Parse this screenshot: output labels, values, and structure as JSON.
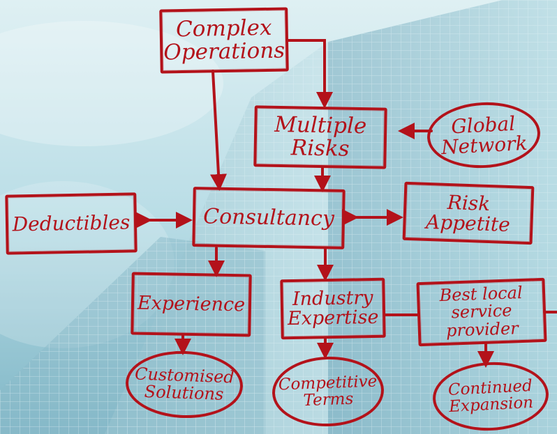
{
  "diagram": {
    "nodes": {
      "complex_operations": {
        "lines": [
          "Complex",
          "Operations"
        ]
      },
      "multiple_risks": {
        "lines": [
          "Multiple",
          "Risks"
        ]
      },
      "global_network": {
        "lines": [
          "Global",
          "Network"
        ]
      },
      "deductibles": {
        "lines": [
          "Deductibles"
        ]
      },
      "consultancy": {
        "lines": [
          "Consultancy"
        ]
      },
      "risk_appetite": {
        "lines": [
          "Risk",
          "Appetite"
        ]
      },
      "experience": {
        "lines": [
          "Experience"
        ]
      },
      "industry_expertise": {
        "lines": [
          "Industry",
          "Expertise"
        ]
      },
      "best_local_service_provider": {
        "lines": [
          "Best local",
          "service",
          "provider"
        ]
      },
      "customised_solutions": {
        "lines": [
          "Customised",
          "Solutions"
        ]
      },
      "competitive_terms": {
        "lines": [
          "Competitive",
          "Terms"
        ]
      },
      "continued_expansion": {
        "lines": [
          "Continued",
          "Expansion"
        ]
      }
    },
    "edges": [
      {
        "from": "complex_operations",
        "to": "multiple_risks"
      },
      {
        "from": "complex_operations",
        "to": "consultancy"
      },
      {
        "from": "global_network",
        "to": "multiple_risks"
      },
      {
        "from": "multiple_risks",
        "to": "consultancy"
      },
      {
        "from": "consultancy",
        "to": "deductibles",
        "bidirectional": true
      },
      {
        "from": "consultancy",
        "to": "risk_appetite",
        "bidirectional": true
      },
      {
        "from": "consultancy",
        "to": "experience"
      },
      {
        "from": "consultancy",
        "to": "industry_expertise"
      },
      {
        "from": "experience",
        "to": "customised_solutions"
      },
      {
        "from": "industry_expertise",
        "to": "competitive_terms"
      },
      {
        "from": "industry_expertise",
        "to": "best_local_service_provider"
      },
      {
        "from": "best_local_service_provider",
        "to": "continued_expansion"
      }
    ],
    "colors": {
      "ink": "#b3121a",
      "sky_top": "#d6ecf1",
      "sky_bottom": "#7fb8c8",
      "glass": "#8fbfcd"
    }
  }
}
